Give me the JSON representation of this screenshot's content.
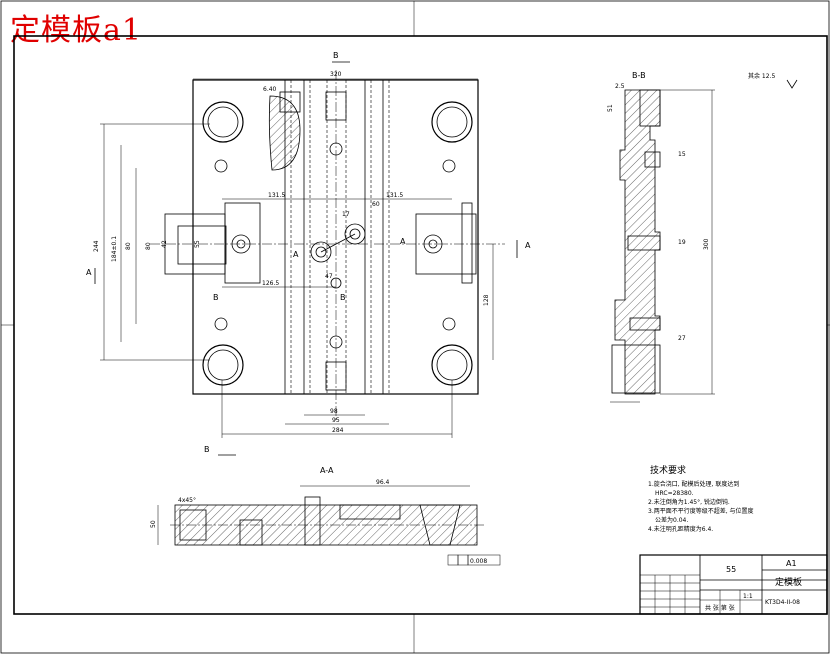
{
  "overlay_title": "定模板a1",
  "views": {
    "section_bb_label": "B-B",
    "section_aa_label": "A-A",
    "cut_marks": [
      "B",
      "B",
      "A",
      "A",
      "A",
      "A",
      "B",
      "B"
    ]
  },
  "dimensions": {
    "top_width": "320",
    "left_height": "244",
    "left_height_tol": "184±0.1",
    "inner_80": "80",
    "inner_42": "42",
    "inner_55": "55",
    "dim_131_5_left": "131.5",
    "dim_131_5_right": "131.5",
    "dim_60": "60",
    "dim_17": "17",
    "dim_126_5": "126.5",
    "dim_47": "47",
    "dim_128": "128",
    "bottom_98": "98",
    "bottom_95": "95",
    "bottom_284": "284",
    "small_6_40": "6.40",
    "bb_300": "300",
    "bb_slot": "2.5",
    "bb_h": "51",
    "bb_15": "15",
    "bb_19": "19",
    "bb_27": "27",
    "aa_96_4": "96.4",
    "aa_50": "50",
    "aa_chamfer_a": "4x45°",
    "aa_flatness": "0.008"
  },
  "roughness_note": "其余 12.5",
  "tech_requirements": {
    "title": "技术要求",
    "lines": [
      "1.旋合浇口, 配模后处理, 联度达到",
      "HRC=28380.",
      "2.未注倒角为1.45°, 锐边倒钝.",
      "3.两平面不平行度等级不超差, 与位置度",
      "公差为0.04.",
      "4.未注明孔距精度为6.4."
    ]
  },
  "title_block": {
    "material": "55",
    "size": "A1",
    "part_name": "定模板",
    "drawing_no": "KT3D4-II-08",
    "scale": "1:1",
    "sheet_text": "共 张  第 张"
  }
}
